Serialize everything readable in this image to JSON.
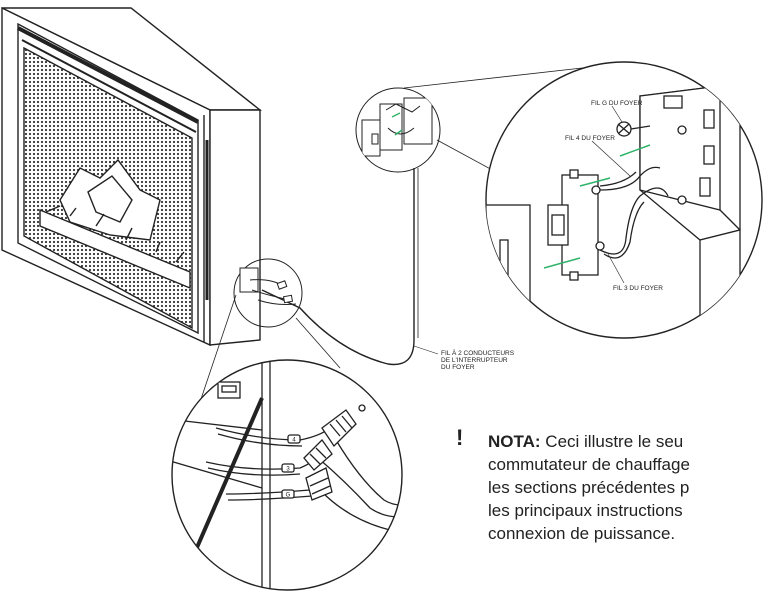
{
  "labels": {
    "wire_g": "FIL G DU FOYER",
    "wire_4": "FIL 4 DU FOYER",
    "wire_3": "FIL 3 DU FOYER",
    "cable_l1": "FIL À 2 CONDUCTEURS",
    "cable_l2": "DE L'INTERRUPTEUR",
    "cable_l3": "DU FOYER",
    "tag_4": "4",
    "tag_3": "3",
    "tag_g": "G"
  },
  "note": {
    "icon": "!",
    "heading": "NOTA:",
    "line1": "Ceci illustre le seu",
    "line2": "commutateur de chauffage",
    "line3": "les sections précédentes p",
    "line4": "les principaux instructions",
    "line5": "connexion de puissance."
  },
  "colors": {
    "line": "#222222",
    "accent_green": "#2fb36a"
  }
}
